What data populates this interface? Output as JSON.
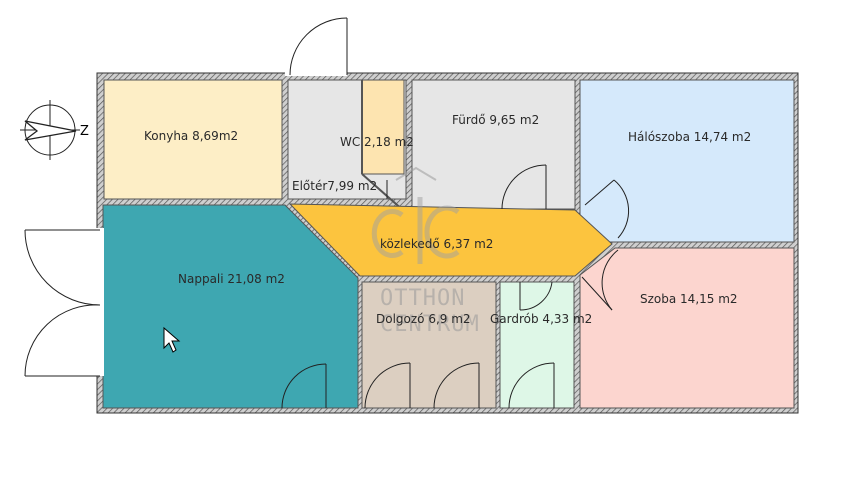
{
  "floor_plan": {
    "rooms": [
      {
        "id": "konyha",
        "label": "Konyha  8,69m2",
        "color": "#fdeec6"
      },
      {
        "id": "wc",
        "label": "WC 2,18 m2",
        "color": "#fde4b0"
      },
      {
        "id": "furdo",
        "label": "Fürdő 9,65 m2",
        "color": "#e6e6e6"
      },
      {
        "id": "haloszoba",
        "label": "Hálószoba 14,74 m2",
        "color": "#d5e9fb"
      },
      {
        "id": "eloter",
        "label": "Előtér7,99 m2",
        "color": "#e6e6e6"
      },
      {
        "id": "kozlekedo",
        "label": "közlekedő 6,37 m2",
        "color": "#fcc43e"
      },
      {
        "id": "nappali",
        "label": "Nappali 21,08 m2",
        "color": "#3ea7b1"
      },
      {
        "id": "dolgozo",
        "label": "Dolgozó 6,9 m2",
        "color": "#dccfc1"
      },
      {
        "id": "gardrob",
        "label": "Gardrób 4,33 m2",
        "color": "#def7e7"
      },
      {
        "id": "szoba",
        "label": "Szoba 14,15 m2",
        "color": "#fcd5cf"
      }
    ],
    "compass": {
      "label": "Z"
    },
    "watermark": {
      "line1": "OTTHON",
      "line2": "CENTRUM"
    },
    "colors": {
      "wall": "#4a4a4a",
      "wall_fill": "#8c8c8c",
      "door": "#222222"
    }
  }
}
